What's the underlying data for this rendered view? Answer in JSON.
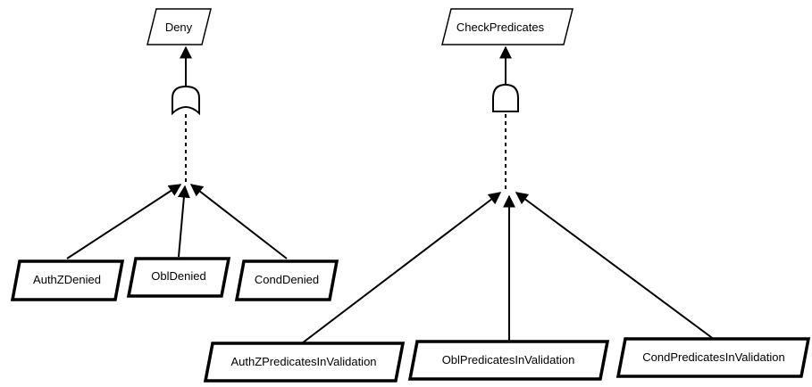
{
  "diagrams": [
    {
      "gate": "or",
      "gate_icon": "or-gate-icon",
      "goal": "Deny",
      "children": [
        "AuthZDenied",
        "OblDenied",
        "CondDenied"
      ]
    },
    {
      "gate": "and",
      "gate_icon": "and-gate-icon",
      "goal": "CheckPredicates",
      "children": [
        "AuthZPredicatesInValidation",
        "OblPredicatesInValidation",
        "CondPredicatesInValidation"
      ]
    }
  ],
  "colors": {
    "stroke": "#000000",
    "fill": "#ffffff"
  }
}
